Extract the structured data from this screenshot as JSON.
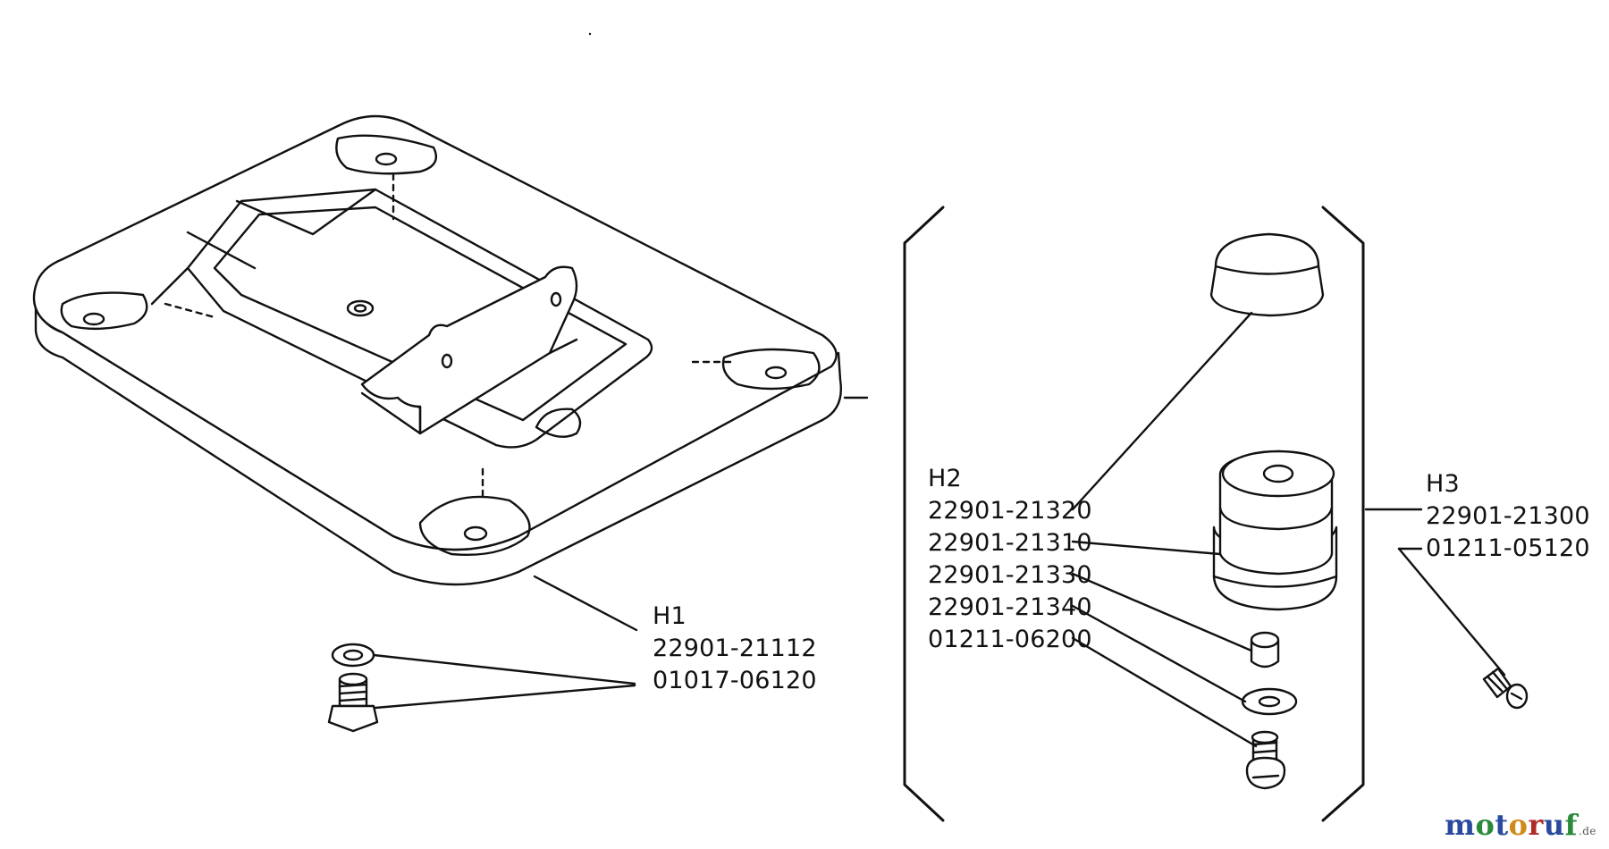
{
  "groups": [
    {
      "id": "H1",
      "label": "H1",
      "parts": [
        "22901-21112",
        "01017-06120"
      ]
    },
    {
      "id": "H2",
      "label": "H2",
      "parts": [
        "22901-21320",
        "22901-21310",
        "22901-21330",
        "22901-21340",
        "01211-06200"
      ]
    },
    {
      "id": "H3",
      "label": "H3",
      "parts": [
        "22901-21300",
        "01211-05120"
      ]
    }
  ],
  "watermark": {
    "letters": [
      "m",
      "o",
      "t",
      "o",
      "r",
      "u",
      "f"
    ],
    "colors": [
      "#2a4aa0",
      "#2a8a3a",
      "#2a4aa0",
      "#d08a1a",
      "#b02a2a",
      "#2a4aa0",
      "#2a8a3a"
    ],
    "suffix": ".de"
  }
}
